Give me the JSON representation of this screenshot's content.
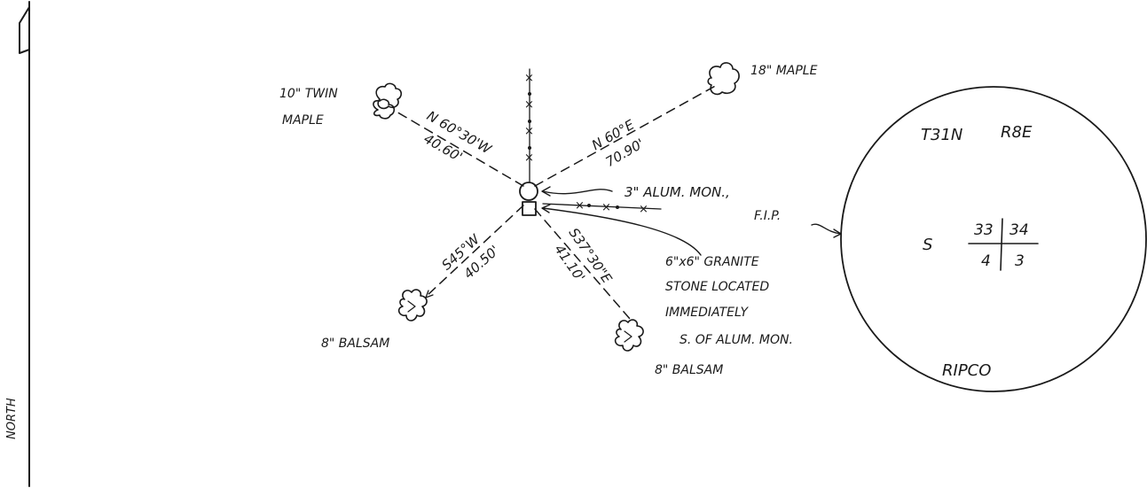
{
  "north_label": "NORTH",
  "monument": {
    "label_line1": "3\" ALUM. MON.,",
    "label_line2": "F.I.P.",
    "stone_line1": "6\"x6\" GRANITE",
    "stone_line2": "STONE LOCATED",
    "stone_line3": "IMMEDIATELY",
    "stone_line4": "S. OF ALUM. MON."
  },
  "witness_trees": [
    {
      "id": "nw",
      "label_line1": "10\" TWIN",
      "label_line2": "MAPLE",
      "bearing": "N 60°30'W",
      "distance": "40.60'"
    },
    {
      "id": "ne",
      "label_line1": "18\" MAPLE",
      "label_line2": "",
      "bearing": "N 60°E",
      "distance": "70.90'"
    },
    {
      "id": "sw",
      "label_line1": "8\" BALSAM",
      "label_line2": "",
      "bearing": "S45°W",
      "distance": "40.50'"
    },
    {
      "id": "se",
      "label_line1": "8\" BALSAM",
      "label_line2": "",
      "bearing": "S37°30\"E",
      "distance": "41.10'"
    }
  ],
  "section_diagram": {
    "township": "T31N",
    "range": "R8E",
    "side_label": "S",
    "sec_tl": "33",
    "sec_tr": "34",
    "sec_bl": "4",
    "sec_br": "3",
    "county": "RIPCO"
  }
}
